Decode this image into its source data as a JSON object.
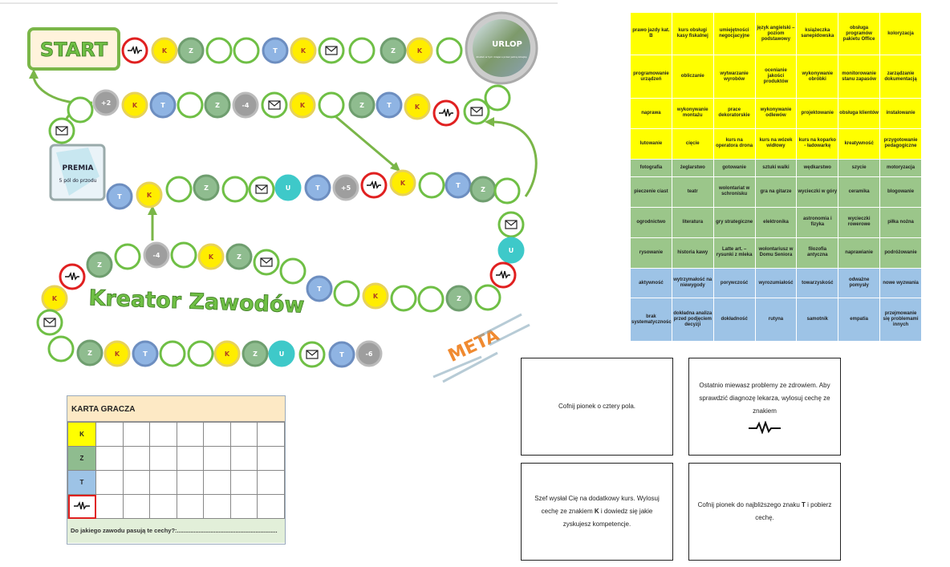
{
  "board": {
    "title": "Kreator Zawodów",
    "start_label": "START",
    "meta_label": "META",
    "urlop_label": "URLOP",
    "urlop_sub": "Zostań w tym miejscu przez jedną kolejkę",
    "premia_title": "PREMIA",
    "premia_text": "5 pól do przodu",
    "colors": {
      "K": "#ffed00",
      "Z": "#8fbc8f",
      "T": "#8fb4e3",
      "U": "#3ec9c9",
      "gray": "#9e9e9e",
      "green_border": "#6fbf45",
      "red": "#e02020"
    },
    "fields": [
      {
        "t": "wave"
      },
      {
        "t": "K"
      },
      {
        "t": "Z"
      },
      {
        "t": "empty"
      },
      {
        "t": "empty"
      },
      {
        "t": "T"
      },
      {
        "t": "K"
      },
      {
        "t": "mail"
      },
      {
        "t": "empty"
      },
      {
        "t": "Z"
      },
      {
        "t": "K"
      },
      {
        "t": "empty"
      },
      {
        "t": "empty"
      },
      {
        "t": "mail"
      },
      {
        "t": "wave"
      },
      {
        "t": "K"
      },
      {
        "t": "T"
      },
      {
        "t": "Z"
      },
      {
        "t": "empty"
      },
      {
        "t": "K"
      },
      {
        "t": "mail"
      },
      {
        "t": "num",
        "v": "-4"
      },
      {
        "t": "Z"
      },
      {
        "t": "empty"
      },
      {
        "t": "T"
      },
      {
        "t": "K"
      },
      {
        "t": "num",
        "v": "+2"
      },
      {
        "t": "empty"
      },
      {
        "t": "mail"
      },
      {
        "t": "T"
      },
      {
        "t": "K"
      },
      {
        "t": "empty"
      },
      {
        "t": "Z"
      },
      {
        "t": "empty"
      },
      {
        "t": "mail"
      },
      {
        "t": "U"
      },
      {
        "t": "T"
      },
      {
        "t": "num",
        "v": "+5"
      },
      {
        "t": "wave"
      },
      {
        "t": "K"
      },
      {
        "t": "empty"
      },
      {
        "t": "T"
      },
      {
        "t": "Z"
      },
      {
        "t": "empty"
      },
      {
        "t": "mail"
      },
      {
        "t": "U"
      },
      {
        "t": "wave"
      },
      {
        "t": "empty"
      },
      {
        "t": "Z"
      },
      {
        "t": "empty"
      },
      {
        "t": "empty"
      },
      {
        "t": "K"
      },
      {
        "t": "empty"
      },
      {
        "t": "T"
      },
      {
        "t": "empty"
      },
      {
        "t": "mail"
      },
      {
        "t": "Z"
      },
      {
        "t": "K"
      },
      {
        "t": "empty"
      },
      {
        "t": "num",
        "v": "-4"
      },
      {
        "t": "empty"
      },
      {
        "t": "Z"
      },
      {
        "t": "wave"
      },
      {
        "t": "K"
      },
      {
        "t": "mail"
      },
      {
        "t": "empty"
      },
      {
        "t": "Z"
      },
      {
        "t": "K"
      },
      {
        "t": "T"
      },
      {
        "t": "empty"
      },
      {
        "t": "empty"
      },
      {
        "t": "K"
      },
      {
        "t": "Z"
      },
      {
        "t": "U"
      },
      {
        "t": "mail"
      },
      {
        "t": "T"
      },
      {
        "t": "num",
        "v": "-6"
      }
    ]
  },
  "traits": {
    "rows": [
      {
        "color": "y",
        "cells": [
          "prawo jazdy kat. B",
          "kurs obsługi kasy fiskalnej",
          "umiejętności negocjacyjne",
          "język angielski – poziom podstawowy",
          "książeczka sanepidowska",
          "obsługa programów pakietu Office",
          "koloryzacja"
        ]
      },
      {
        "color": "y",
        "cells": [
          "programowanie urządzeń",
          "obliczanie",
          "wytwarzanie wyrobów",
          "ocenianie jakości produktów",
          "wykonywanie obróbki",
          "monitorowanie stanu zapasów",
          "zarządzanie dokumentacją"
        ]
      },
      {
        "color": "y",
        "cells": [
          "naprawa",
          "wykonywanie montażu",
          "prace dekoratorskie",
          "wykonywanie odlewów",
          "projektowanie",
          "obsługa klientów",
          "instalowanie"
        ]
      },
      {
        "color": "y",
        "cells": [
          "lutowanie",
          "cięcie",
          "kurs na operatora drona",
          "kurs na wózek widłowy",
          "kurs na koparko - ładowarkę",
          "kreatywność",
          "przygotowanie pedagogiczne"
        ]
      },
      {
        "color": "g",
        "cells": [
          "fotografia",
          "żeglarstwo",
          "gotowanie",
          "sztuki walki",
          "wędkarstwo",
          "szycie",
          "motoryzacja"
        ]
      },
      {
        "color": "g",
        "cells": [
          "pieczenie ciast",
          "teatr",
          "wolontariat w schronisku",
          "gra na gitarze",
          "wycieczki w góry",
          "ceramika",
          "blogowanie"
        ]
      },
      {
        "color": "g",
        "cells": [
          "ogrodnictwo",
          "literatura",
          "gry strategiczne",
          "elektronika",
          "astronomia i fizyka",
          "wycieczki rowerowe",
          "piłka nożna"
        ]
      },
      {
        "color": "g",
        "cells": [
          "rysowanie",
          "historia kawy",
          "Latte art. – rysunki z mleka",
          "wolontariusz w Domu Seniora",
          "filozofia antyczna",
          "naprawianie",
          "podróżowanie"
        ]
      },
      {
        "color": "b",
        "cells": [
          "aktywność",
          "wytrzymałość na niewygody",
          "porywczość",
          "wyrozumiałość",
          "towarzyskość",
          "odważne pomysły",
          "nowe wyzwania"
        ]
      },
      {
        "color": "b",
        "cells": [
          "brak systematyczności",
          "dokładna analiza przed podjęciem decyzji",
          "dokładność",
          "rutyna",
          "samotnik",
          "empatia",
          "przejmowanie się problemami innych"
        ]
      }
    ]
  },
  "player_card": {
    "title": "KARTA GRACZA",
    "rows": [
      "K",
      "Z",
      "T"
    ],
    "question": "Do jakiego zawodu pasują te cechy?:............................................................"
  },
  "event_cards": [
    {
      "text": "Cofnij pionek o cztery pola."
    },
    {
      "text": "Ostatnio miewasz problemy ze zdrowiem. Aby sprawdzić diagnozę lekarza, wylosuj cechę ze znakiem"
    },
    {
      "pre": "Szef wysłał Cię na dodatkowy kurs. Wylosuj cechę ze znakiem ",
      "bold": "K",
      "post": " i dowiedz się jakie zyskujesz kompetencje."
    },
    {
      "pre": "Cofnij pionek do najbliższego znaku ",
      "bold": "T",
      "post": " i pobierz cechę."
    }
  ]
}
